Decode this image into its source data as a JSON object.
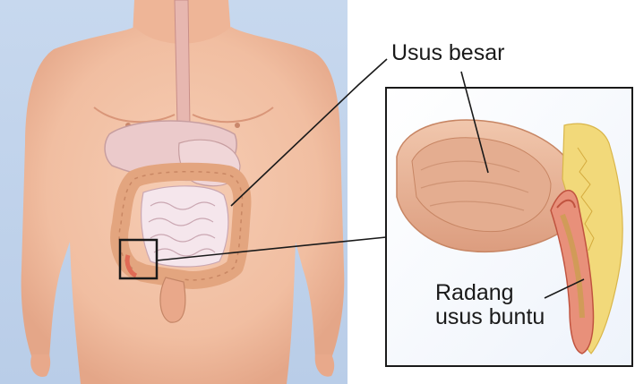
{
  "labels": {
    "large_intestine": "Usus besar",
    "appendicitis_line1": "Radang",
    "appendicitis_line2": "usus buntu"
  },
  "colors": {
    "background_panel": "#c5d6ec",
    "skin": "#f3c2a6",
    "skin_shade": "#e6a98c",
    "colon": "#e8b08c",
    "colon_shade": "#cf8d6a",
    "small_intestine": "#f4e4ea",
    "liver": "#e9c8c9",
    "fat": "#f2d97a",
    "inflamed": "#e06a55",
    "line": "#1a1a1a"
  }
}
